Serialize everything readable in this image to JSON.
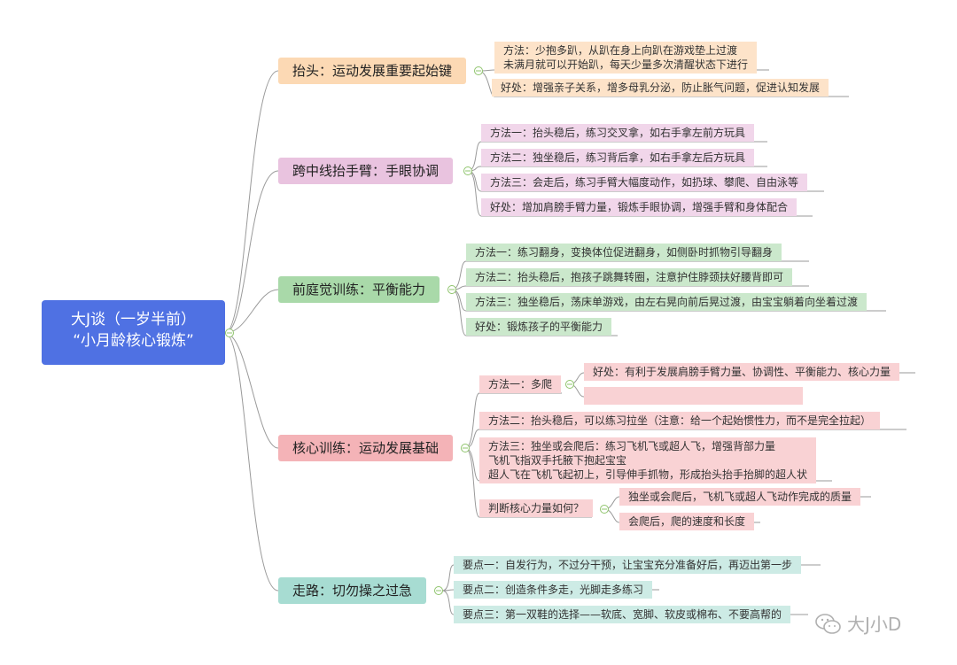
{
  "root": {
    "line1": "大J谈（一岁半前）",
    "line2": "“小月龄核心锻炼”"
  },
  "branches": {
    "head": {
      "label": "抬头：运动发展重要起始键",
      "method_line1": "方法：少抱多趴，从趴在身上向趴在游戏垫上过渡",
      "method_line2": "未满月就可以开始趴，每天少量多次清醒状态下进行",
      "benefit": "好处：增强亲子关系，增多母乳分泌，防止胀气问题，促进认知发展"
    },
    "arm": {
      "label": "跨中线抬手臂：手眼协调",
      "m1": "方法一：抬头稳后，练习交叉拿，如右手拿左前方玩具",
      "m2": "方法二：独坐稳后，练习背后拿，如右手拿左后方玩具",
      "m3": "方法三：会走后，练习手臂大幅度动作，如扔球、攀爬、自由泳等",
      "benefit": "好处：增加肩膀手臂力量，锻炼手眼协调，增强手臂和身体配合"
    },
    "vestibular": {
      "label": "前庭觉训练：平衡能力",
      "m1": "方法一：练习翻身，变换体位促进翻身，如侧卧时抓物引导翻身",
      "m2": "方法二：抬头稳后，抱孩子跳舞转圈，注意护住脖颈扶好腰背即可",
      "m3": "方法三：独坐稳后，荡床单游戏，由左右晃向前后晃过渡，由宝宝躺着向坐着过渡",
      "benefit": "好处：锻炼孩子的平衡能力"
    },
    "core": {
      "label": "核心训练：运动发展基础",
      "m1": "方法一：多爬",
      "m1_benefit": "好处：有利于发展肩膀手臂力量、协调性、平衡能力、核心力量",
      "m2": "方法二：抬头稳后，可以练习拉坐（注意：给一个起始惯性力，而不是完全拉起）",
      "m3_line1": "方法三：独坐或会爬后：练习飞机飞或超人飞，增强背部力量",
      "m3_line2": "飞机飞指双手托腋下抱起宝宝",
      "m3_line3": "超人飞在飞机飞起初上，引导伸手抓物，形成抬头抬手抬脚的超人状",
      "judge": "判断核心力量如何？",
      "judge1": "独坐或会爬后，飞机飞或超人飞动作完成的质量",
      "judge2": "会爬后，爬的速度和长度"
    },
    "walk": {
      "label": "走路：切勿操之过急",
      "p1": "要点一：自发行为，不过分干预，让宝宝充分准备好后，再迈出第一步",
      "p2": "要点二：创造条件多走，光脚走多练习",
      "p3": "要点三：第一双鞋的选择——软底、宽脚、软皮或棉布、不要高帮的"
    }
  },
  "watermark": "大J小D",
  "colors": {
    "root": "#4f71e3",
    "orange": "#fcd9b4",
    "pink": "#e9c3df",
    "green": "#a9d9a9",
    "red": "#f4b3b7",
    "teal": "#a7dcd2",
    "connector": "#9a9a9a",
    "toggle": "#8fc46c"
  },
  "icons": [
    "collapse-toggle-icon",
    "wechat-icon"
  ]
}
